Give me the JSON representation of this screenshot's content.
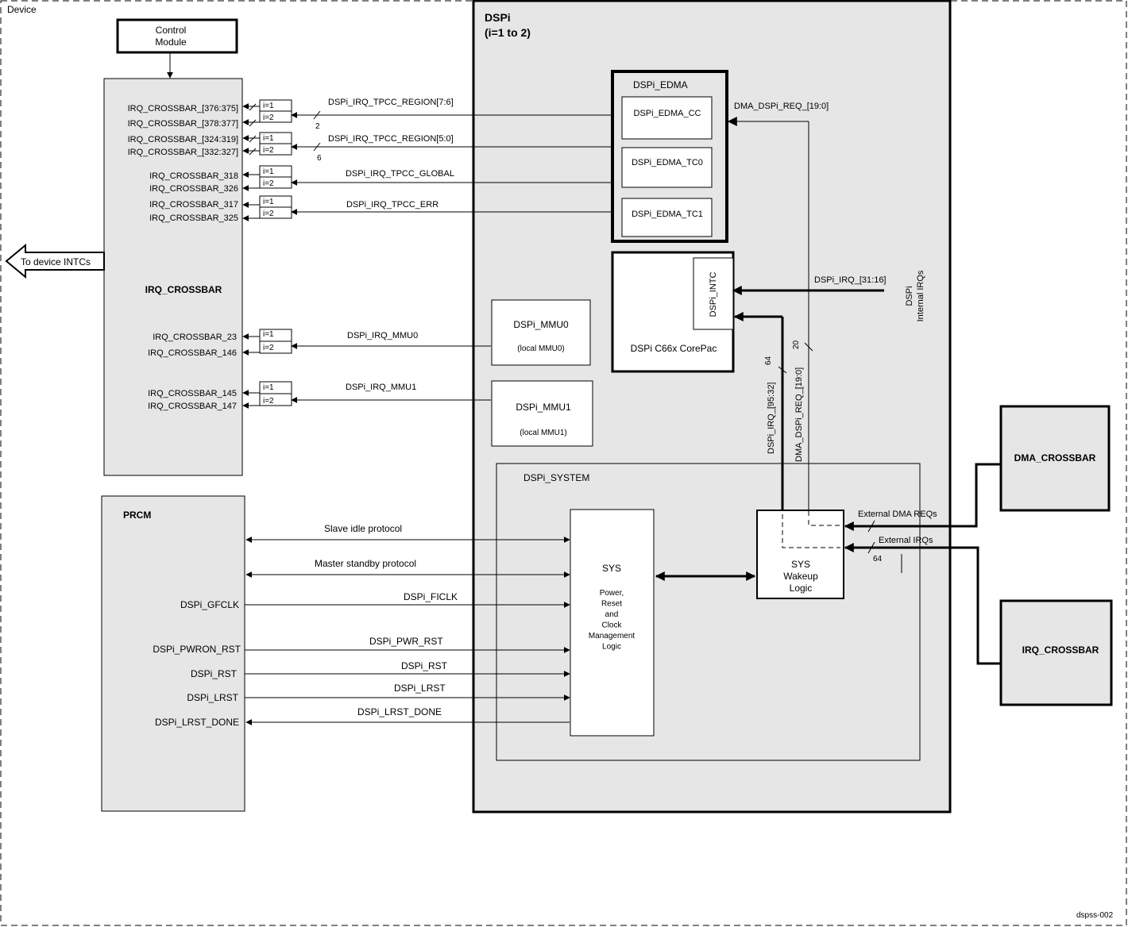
{
  "device_label": "Device",
  "figure_id": "dspss-002",
  "control_module": "Control\nModule",
  "to_device_intcs": "To device INTCs",
  "irq_crossbar": {
    "title": "IRQ_CROSSBAR",
    "lines": [
      "IRQ_CROSSBAR_[376:375]",
      "IRQ_CROSSBAR_[378:377]",
      "IRQ_CROSSBAR_[324:319]",
      "IRQ_CROSSBAR_[332:327]",
      "IRQ_CROSSBAR_318",
      "IRQ_CROSSBAR_326",
      "IRQ_CROSSBAR_317",
      "IRQ_CROSSBAR_325",
      "IRQ_CROSSBAR_23",
      "IRQ_CROSSBAR_146",
      "IRQ_CROSSBAR_145",
      "IRQ_CROSSBAR_147"
    ]
  },
  "mux": {
    "i1": "i=1",
    "i2": "i=2"
  },
  "signals": {
    "tpcc_region_76": "DSPi_IRQ_TPCC_REGION[7:6]",
    "tpcc_region_50": "DSPi_IRQ_TPCC_REGION[5:0]",
    "tpcc_global": "DSPi_IRQ_TPCC_GLOBAL",
    "tpcc_err": "DSPi_IRQ_TPCC_ERR",
    "mmu0": "DSPi_IRQ_MMU0",
    "mmu1": "DSPi_IRQ_MMU1",
    "width_2": "2",
    "width_6": "6"
  },
  "dspi": {
    "title": "DSPi",
    "subtitle": "(i=1 to 2)"
  },
  "edma": {
    "title": "DSPi_EDMA",
    "cc": "DSPi_EDMA_CC",
    "tc0": "DSPi_EDMA_TC0",
    "tc1": "DSPi_EDMA_TC1",
    "dma_req_label": "DMA_DSPi_REQ_[19:0]"
  },
  "corepac": {
    "label": "DSPi C66x CorePac",
    "intc": "DSPi_INTC"
  },
  "internal_irqs": {
    "label1": "DSPi",
    "label2": "Internal IRQs",
    "signal": "DSPi_IRQ_[31:16]"
  },
  "mmu0": {
    "name": "DSPi_MMU0",
    "sub": "(local MMU0)"
  },
  "mmu1": {
    "name": "DSPi_MMU1",
    "sub": "(local MMU1)"
  },
  "vertical": {
    "irq_9532": "DSPi_IRQ_[95:32]",
    "dma_req": "DMA_DSPi_REQ_[19:0]",
    "w64": "64",
    "w20": "20"
  },
  "system": {
    "title": "DSPi_SYSTEM",
    "sys_title": "SYS",
    "sys_desc": "Power,\nReset\nand\nClock\nManagement\nLogic",
    "wakeup": "SYS\nWakeup\nLogic"
  },
  "external": {
    "dma_reqs": "External DMA REQs",
    "irqs": "External IRQs",
    "w64": "64",
    "dma_crossbar": "DMA_CROSSBAR",
    "irq_crossbar": "IRQ_CROSSBAR"
  },
  "prcm": {
    "title": "PRCM",
    "pins": [
      "DSPi_GFCLK",
      "DSPi_PWRON_RST",
      "DSPi_RST",
      "DSPi_LRST",
      "DSPi_LRST_DONE"
    ],
    "slave_idle": "Slave idle protocol",
    "master_standby": "Master standby protocol",
    "ficlk": "DSPi_FICLK",
    "pwr_rst": "DSPi_PWR_RST",
    "rst": "DSPi_RST",
    "lrst": "DSPi_LRST",
    "lrst_done": "DSPi_LRST_DONE"
  }
}
